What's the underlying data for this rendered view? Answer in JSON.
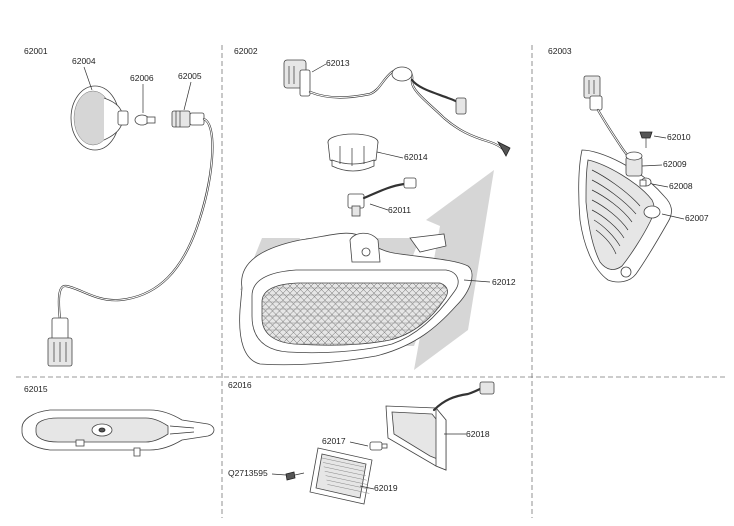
{
  "groups": {
    "g1": "62001",
    "g2": "62002",
    "g3": "62003",
    "g4": "62015",
    "g5": "62016"
  },
  "callouts": {
    "c62004": "62004",
    "c62006": "62006",
    "c62005": "62005",
    "c62013": "62013",
    "c62014": "62014",
    "c62011": "62011",
    "c62012": "62012",
    "c62010": "62010",
    "c62009": "62009",
    "c62008": "62008",
    "c62007": "62007",
    "c62017": "62017",
    "c62018": "62018",
    "c62019": "62019",
    "cQ2713595": "Q2713595"
  },
  "icons": {
    "watermark": "brand-logo-watermark"
  }
}
